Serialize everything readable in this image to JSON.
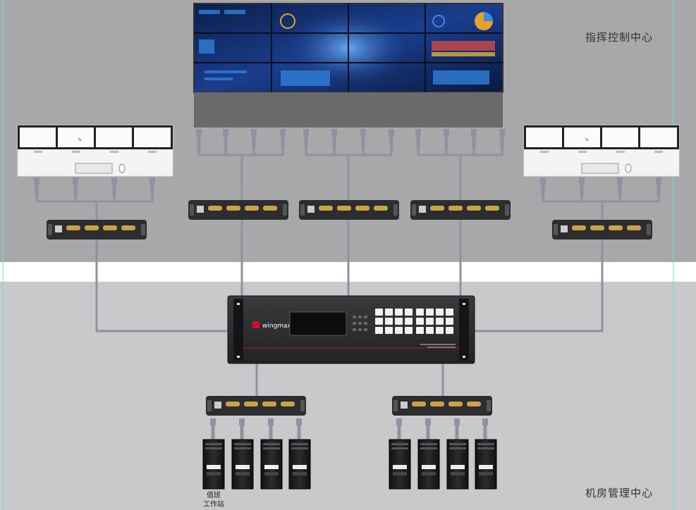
{
  "zones": {
    "command_center": "指挥控制中心",
    "server_room": "机房管理中心"
  },
  "matrix": {
    "brand": "wingmax"
  },
  "workstation": {
    "caption_line1": "值班",
    "caption_line2": "工作站"
  },
  "colors": {
    "top_zone_bg": "#a8a7a9",
    "bottom_zone_bg": "#c9c8ca",
    "band": "#ffffff",
    "cable": "#8d93a0",
    "device": "#2d2d2f",
    "port": "#c9a24a",
    "accent": "#c8102e"
  }
}
